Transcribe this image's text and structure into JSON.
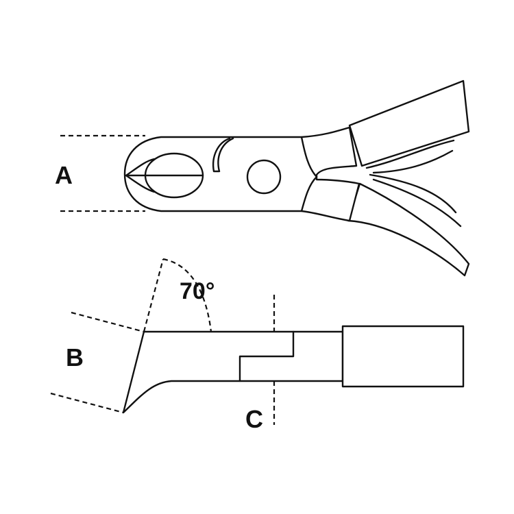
{
  "labels": {
    "a": "A",
    "b": "B",
    "c": "C",
    "angle": "70°"
  },
  "colors": {
    "line": "#111111",
    "background": "#ffffff"
  }
}
